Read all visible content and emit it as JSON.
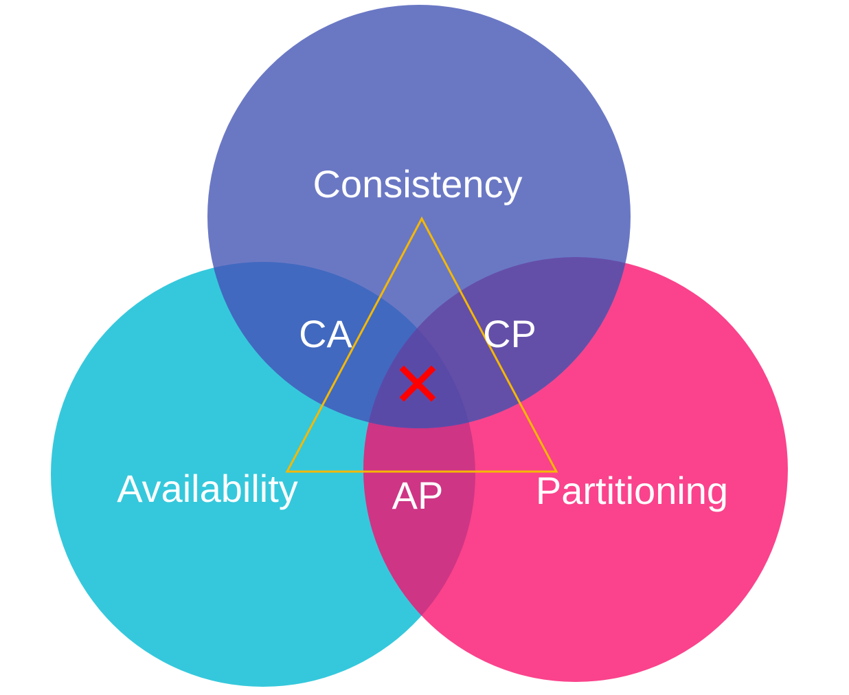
{
  "diagram": {
    "title": "CAP theorem Venn diagram",
    "sets": [
      {
        "id": "consistency",
        "label": "Consistency",
        "color": "#6a78c4"
      },
      {
        "id": "availability",
        "label": "Availability",
        "color": "#35c8dc"
      },
      {
        "id": "partitioning",
        "label": "Partitioning",
        "color": "#fa438c"
      }
    ],
    "intersections": [
      {
        "id": "ca",
        "label": "CA",
        "color": "#4169c0"
      },
      {
        "id": "cp",
        "label": "CP",
        "color": "#644fa8"
      },
      {
        "id": "ap",
        "label": "AP",
        "color": "#ce3585"
      },
      {
        "id": "cap",
        "label": "",
        "color": "#5a4aa8"
      }
    ],
    "triangle_color": "#f5b800",
    "center_mark": {
      "icon": "cross-icon",
      "color": "#ff0000"
    }
  }
}
